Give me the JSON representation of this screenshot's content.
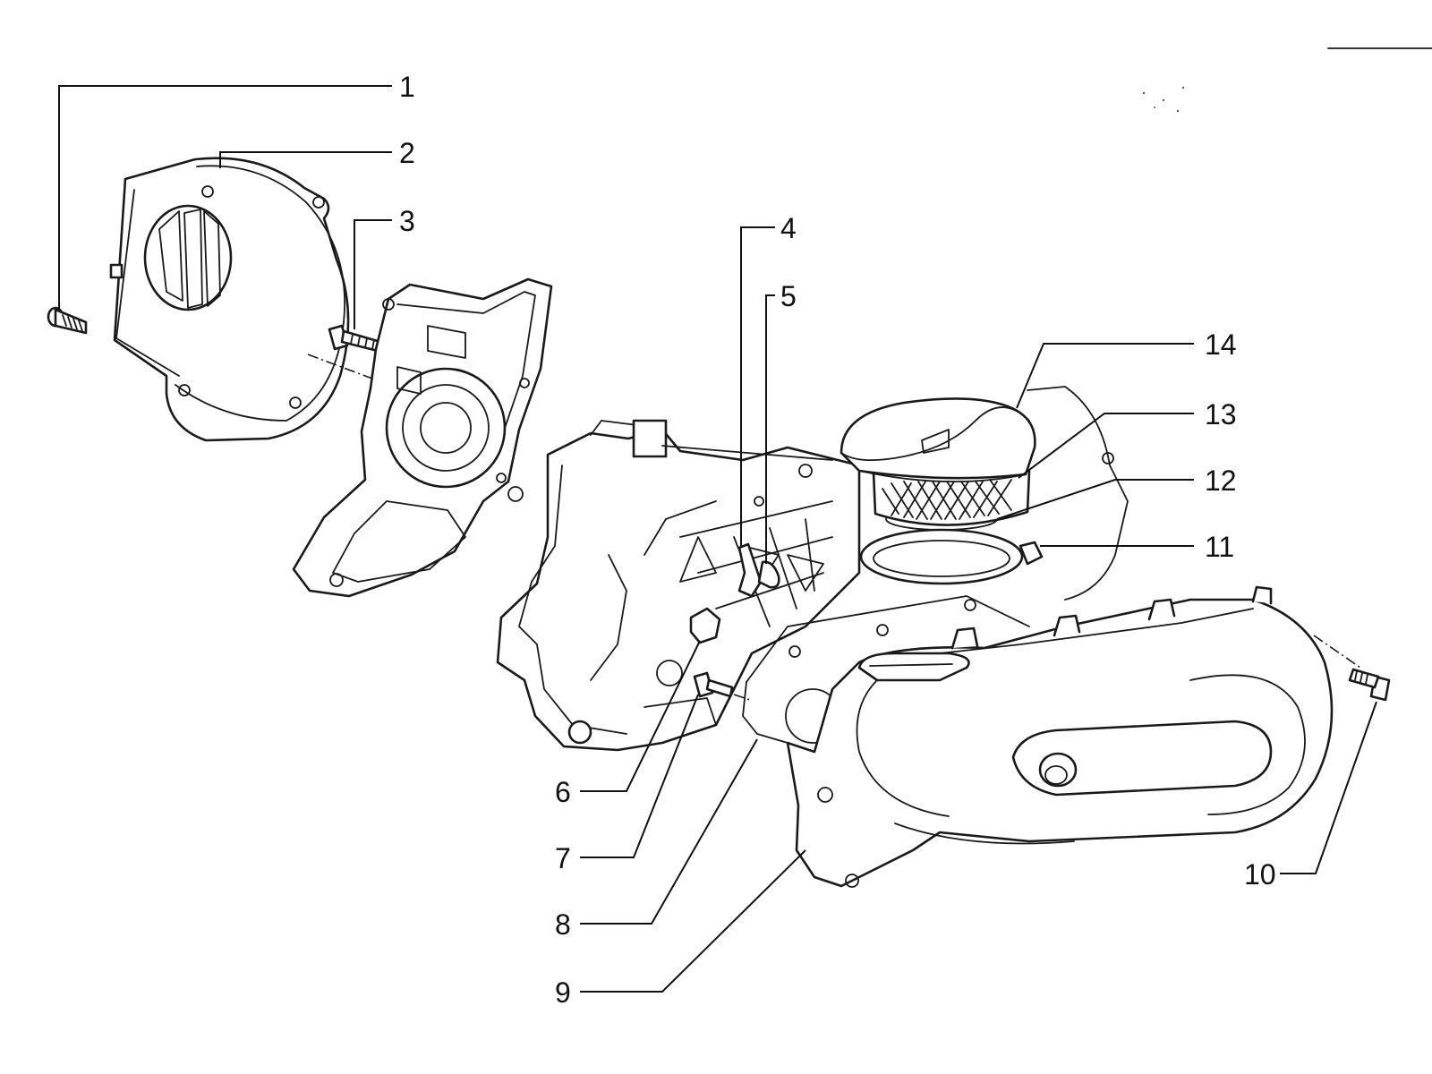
{
  "callouts": {
    "c1": "1",
    "c2": "2",
    "c3": "3",
    "c4": "4",
    "c5": "5",
    "c6": "6",
    "c7": "7",
    "c8": "8",
    "c9": "9",
    "c10": "10",
    "c11": "11",
    "c12": "12",
    "c13": "13",
    "c14": "14"
  },
  "colors": {
    "ink": "#111111",
    "paper": "#ffffff"
  }
}
